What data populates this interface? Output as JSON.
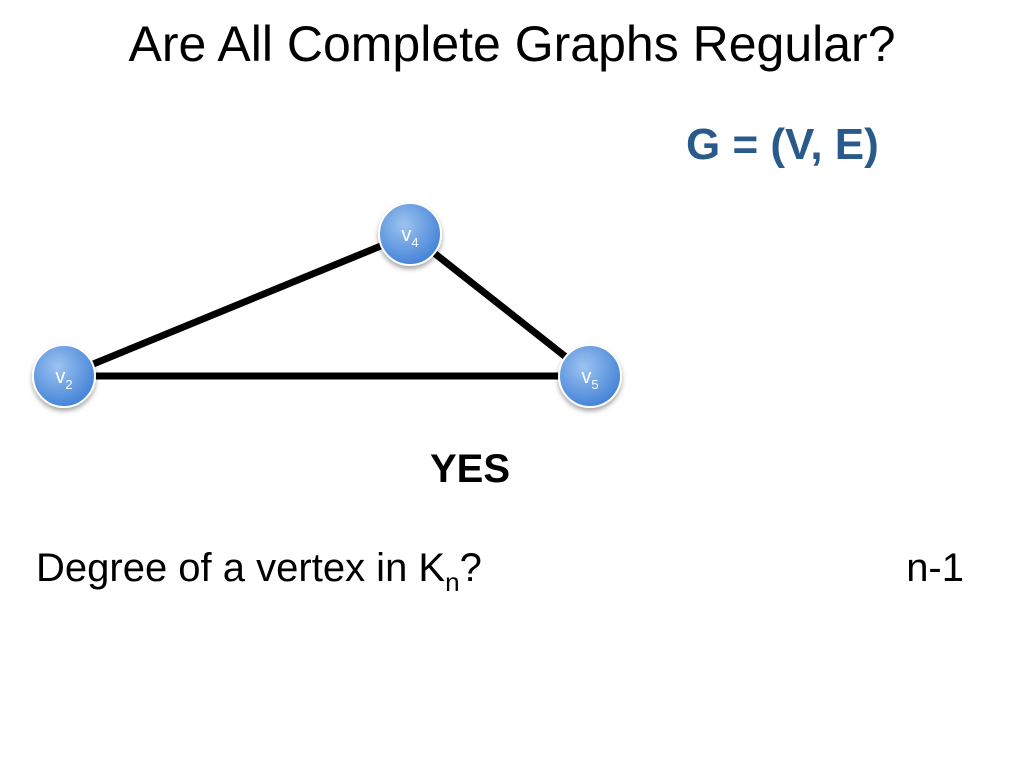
{
  "slide": {
    "title": "Are All Complete Graphs Regular?",
    "formula": "G = (V, E)",
    "answer": "YES",
    "question_prefix": "Degree of a vertex in K",
    "question_sub": "n",
    "question_suffix": "?",
    "result": "n-1"
  },
  "graph": {
    "vertices": [
      {
        "id": "v4",
        "base": "v",
        "sub": "4"
      },
      {
        "id": "v2",
        "base": "v",
        "sub": "2"
      },
      {
        "id": "v5",
        "base": "v",
        "sub": "5"
      }
    ],
    "edges": [
      [
        "v2",
        "v4"
      ],
      [
        "v4",
        "v5"
      ],
      [
        "v2",
        "v5"
      ]
    ]
  },
  "colors": {
    "formula_text": "#2a5a8a",
    "vertex_fill_light": "#9cc3f0",
    "vertex_fill_dark": "#3f7fd6",
    "vertex_stroke": "#ffffff",
    "edge": "#000000",
    "vertex_label": "#ffffff"
  }
}
